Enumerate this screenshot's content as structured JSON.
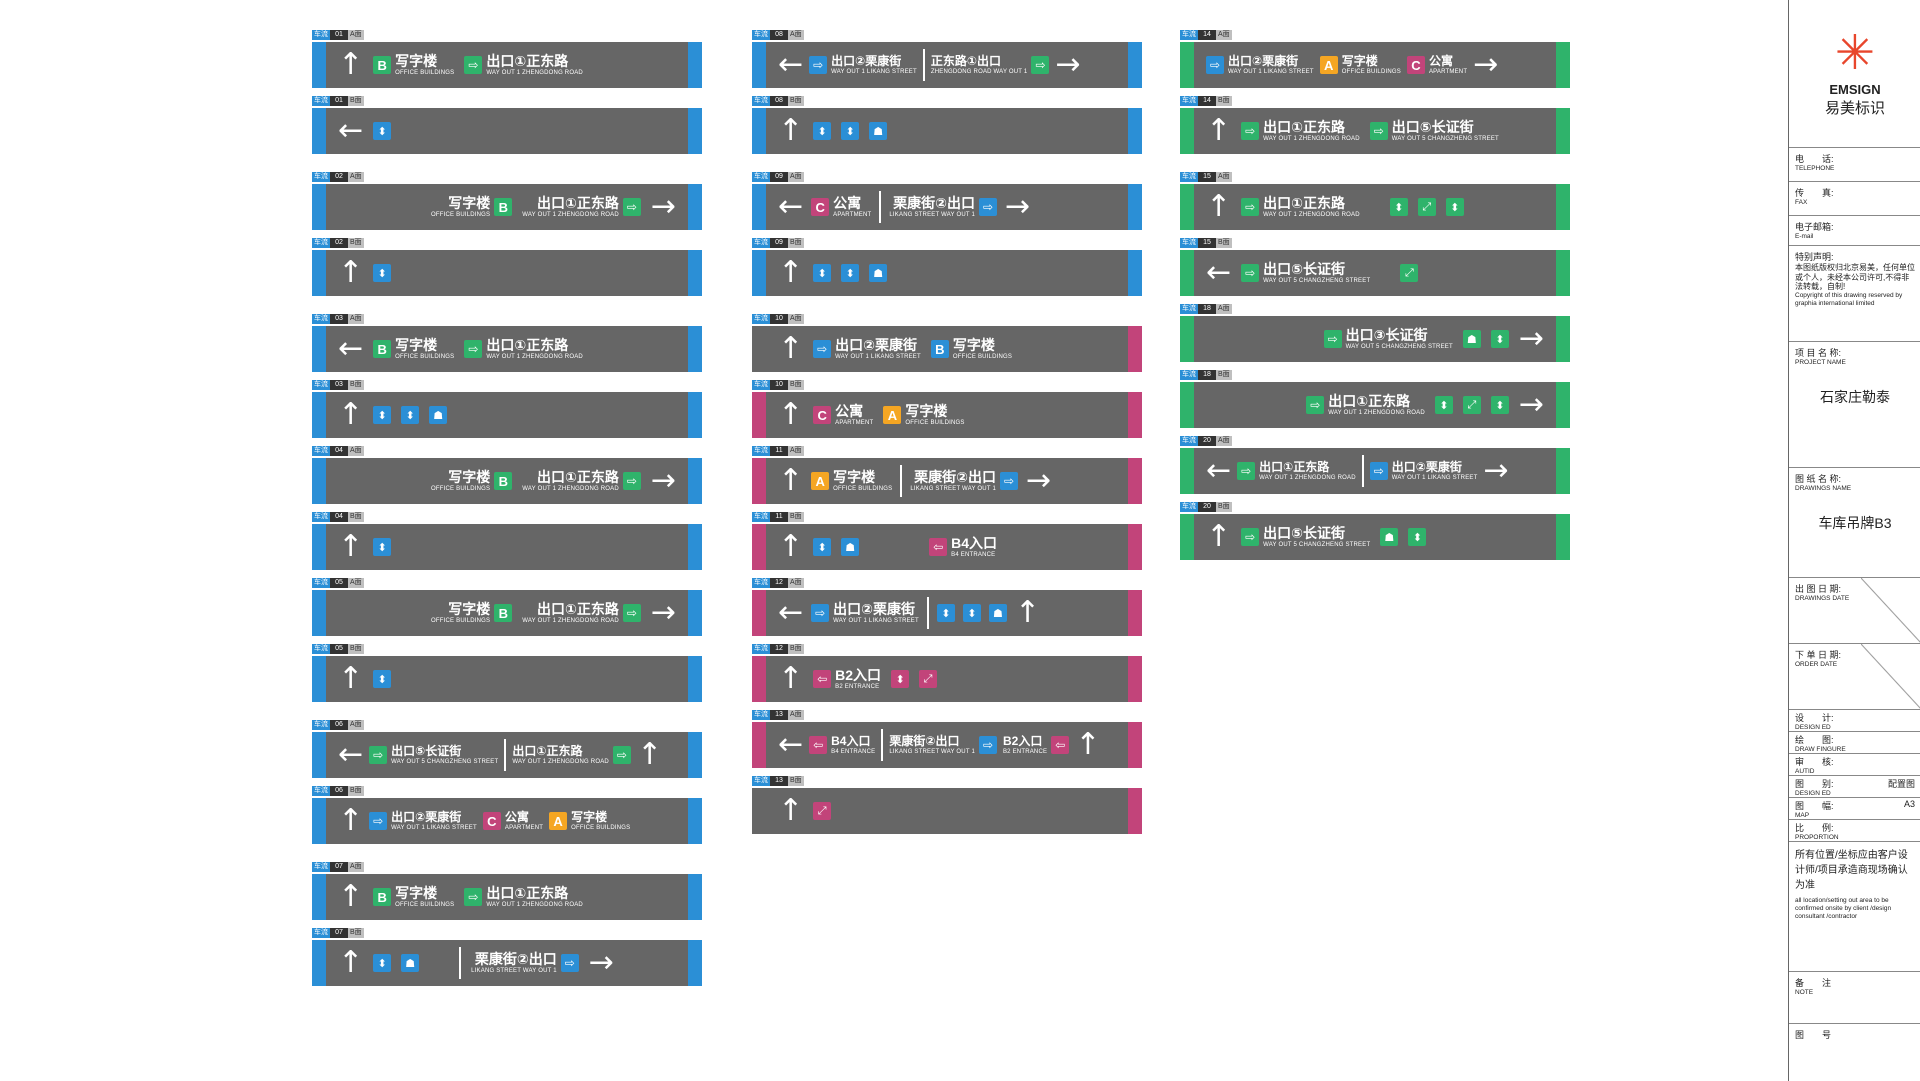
{
  "labels": {
    "car": "车流",
    "faceA": "A面",
    "faceB": "B面"
  },
  "glyphs": {
    "up": "↑",
    "left": "←",
    "right": "→",
    "exit": "⇨",
    "door": "⇦",
    "stairs": "⬍",
    "escalator": "⤢",
    "toilet": "☗"
  },
  "colors": {
    "blue": "#2b8fd6",
    "pink": "#c2447a",
    "green": "#2fb36b",
    "sign": "#666666",
    "orange": "#f5a623",
    "brand": "#e8462c"
  },
  "places": {
    "office_cn": "写字楼",
    "office_en": "OFFICE BUILDINGS",
    "apt_cn": "公寓",
    "apt_en": "APARTMENT",
    "out1_cn": "出口①正东路",
    "out1_en": "WAY OUT 1 ZHENGDONG ROAD",
    "out1b_cn": "正东路①出口",
    "out1b_en": "ZHENGDONG ROAD WAY OUT 1",
    "out2_cn": "出口②栗康街",
    "out2_en": "WAY OUT 1 LIKANG STREET",
    "out2b_cn": "栗康街②出口",
    "out2b_en": "LIKANG STREET WAY OUT 1",
    "out5_cn": "出口⑤长证街",
    "out5_en": "WAY OUT 5 CHANGZHENG STREET",
    "out3_cn": "出口③长证街",
    "b4_cn": "B4入口",
    "b4_en": "B4 ENTRANCE",
    "b2_cn": "B2入口",
    "b2_en": "B2 ENTRANCE",
    "A": "A",
    "B": "B",
    "C": "C"
  },
  "signs": {
    "n01": "01",
    "n02": "02",
    "n03": "03",
    "n04": "04",
    "n05": "05",
    "n06": "06",
    "n07": "07",
    "n08": "08",
    "n09": "09",
    "n10": "10",
    "n11": "11",
    "n12": "12",
    "n13": "13",
    "n14": "14",
    "n15": "15",
    "n18": "18",
    "n20": "20"
  },
  "titleblock": {
    "brand_en": "EMSIGN",
    "brand_cn": "易美标识",
    "tel_cn": "电　　话:",
    "tel_en": "TELEPHONE",
    "fax_cn": "传　　真:",
    "fax_en": "FAX",
    "mail_cn": "电子邮箱:",
    "mail_en": "E-mail",
    "note_title": "特别声明:",
    "note_cn": "本图纸版权归北京易美，任何单位或个人，未经本公司许可,不得非法转载，自制!",
    "note_en": "Copyright of this drawing reserved by graphia international limited",
    "project_cn": "项 目 名 称:",
    "project_en": "PROJECT NAME",
    "project_value": "石家庄勒泰",
    "drawing_cn": "图 纸 名 称:",
    "drawing_en": "DRAWINGS NAME",
    "drawing_value": "车库吊牌B3",
    "date_cn": "出 图 日 期:",
    "date_en": "DRAWINGS DATE",
    "order_cn": "下 单 日 期:",
    "order_en": "ORDER DATE",
    "design_cn": "设　　计:",
    "design_en": "DESIGN ED",
    "draw_cn": "绘　　图:",
    "draw_en": "DRAW FINGURE",
    "audit_cn": "审　　核:",
    "audit_en": "AUTID",
    "type_cn": "图　　别:",
    "type_en": "DESIGN ED",
    "type_value": "配置图",
    "map_cn": "图　　幅:",
    "map_en": "MAP",
    "map_value": "A3",
    "scale_cn": "比　　例:",
    "scale_en": "PROPORTION",
    "confirm_cn": "所有位置/坐标应由客户设计师/项目承造商现场确认为准",
    "confirm_en": "all location/setting out area to be confirmed onsite by client /design consultant /contractor",
    "remark_cn": "备　　注",
    "remark_en": "NOTE",
    "number_cn": "图　　号"
  }
}
